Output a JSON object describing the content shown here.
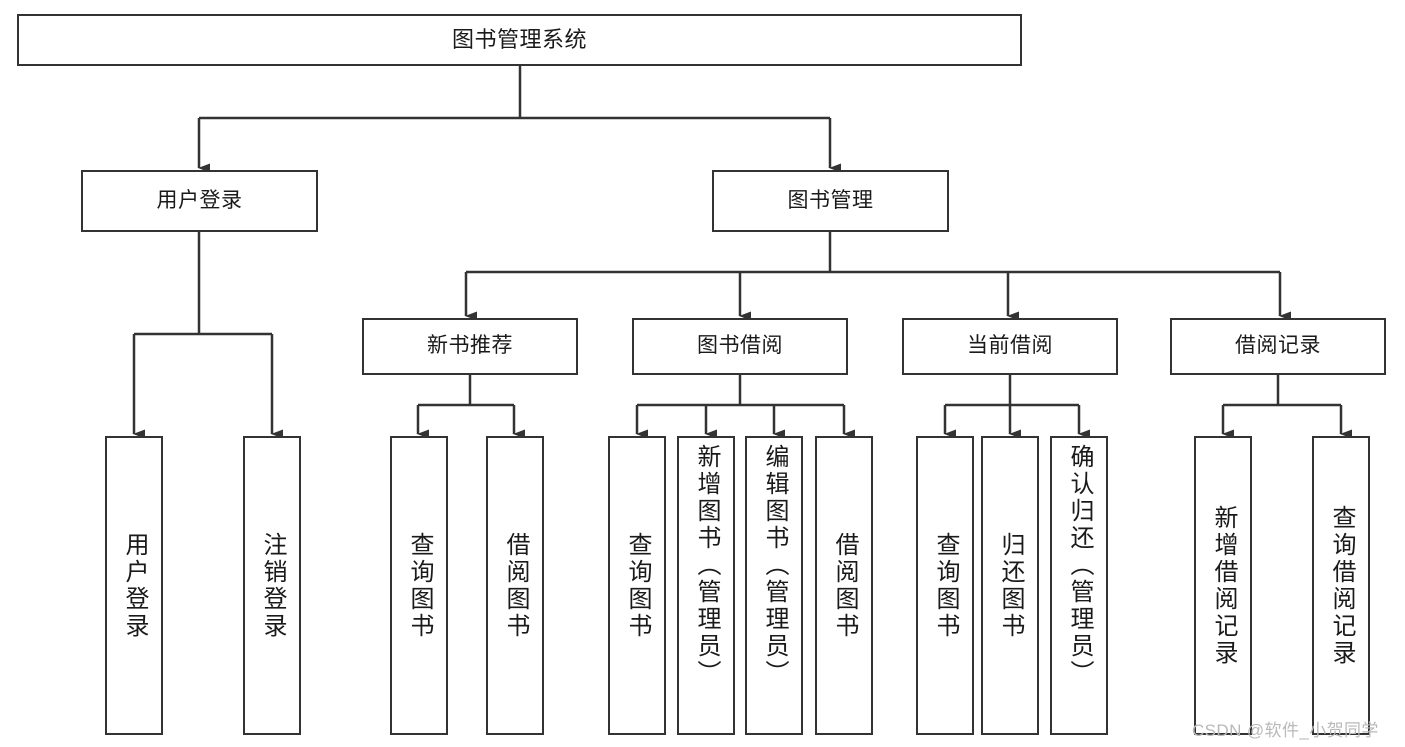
{
  "diagram": {
    "title": "图书管理系统",
    "type": "hierarchy-tree",
    "background_color": "#ffffff",
    "box_border_color": "#333333",
    "connector_color": "#333333",
    "text_color": "#1a1a1a"
  },
  "levels": {
    "root": {
      "label": "图书管理系统"
    },
    "level2": [
      {
        "label": "用户登录"
      },
      {
        "label": "图书管理"
      }
    ],
    "level3": [
      {
        "label": "新书推荐"
      },
      {
        "label": "图书借阅"
      },
      {
        "label": "当前借阅"
      },
      {
        "label": "借阅记录"
      }
    ],
    "leaves": {
      "user_login": [
        {
          "label": "用户登录"
        },
        {
          "label": "注销登录"
        }
      ],
      "new_book_recommend": [
        {
          "label": "查询图书"
        },
        {
          "label": "借阅图书"
        }
      ],
      "book_borrow": [
        {
          "label": "查询图书"
        },
        {
          "label": "新增图书（管理员）"
        },
        {
          "label": "编辑图书（管理员）"
        },
        {
          "label": "借阅图书"
        }
      ],
      "current_borrow": [
        {
          "label": "查询图书"
        },
        {
          "label": "归还图书"
        },
        {
          "label": "确认归还（管理员）"
        }
      ],
      "borrow_record": [
        {
          "label": "新增借阅记录"
        },
        {
          "label": "查询借阅记录"
        }
      ]
    }
  },
  "watermark": {
    "text": "CSDN @软件_小贺同学"
  }
}
